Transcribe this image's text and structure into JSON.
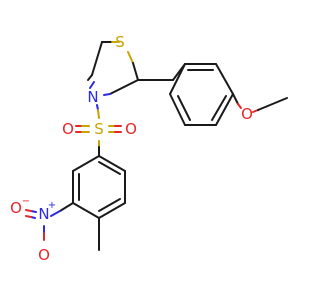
{
  "atoms": {
    "s_ring": "S",
    "n_ring": "N",
    "s_sulfonyl": "S",
    "o_left": "O",
    "o_right": "O",
    "o_methoxy": "O",
    "n_nitro": "N",
    "n_nitro_charge": "+",
    "o_nitro_top": "O",
    "o_nitro_bottom": "O",
    "o_nitro_charge": "−"
  },
  "colors": {
    "carbon": "#1a1a1a",
    "sulfur": "#c8a400",
    "nitrogen": "#2a2ae8",
    "oxygen": "#e8262a"
  }
}
